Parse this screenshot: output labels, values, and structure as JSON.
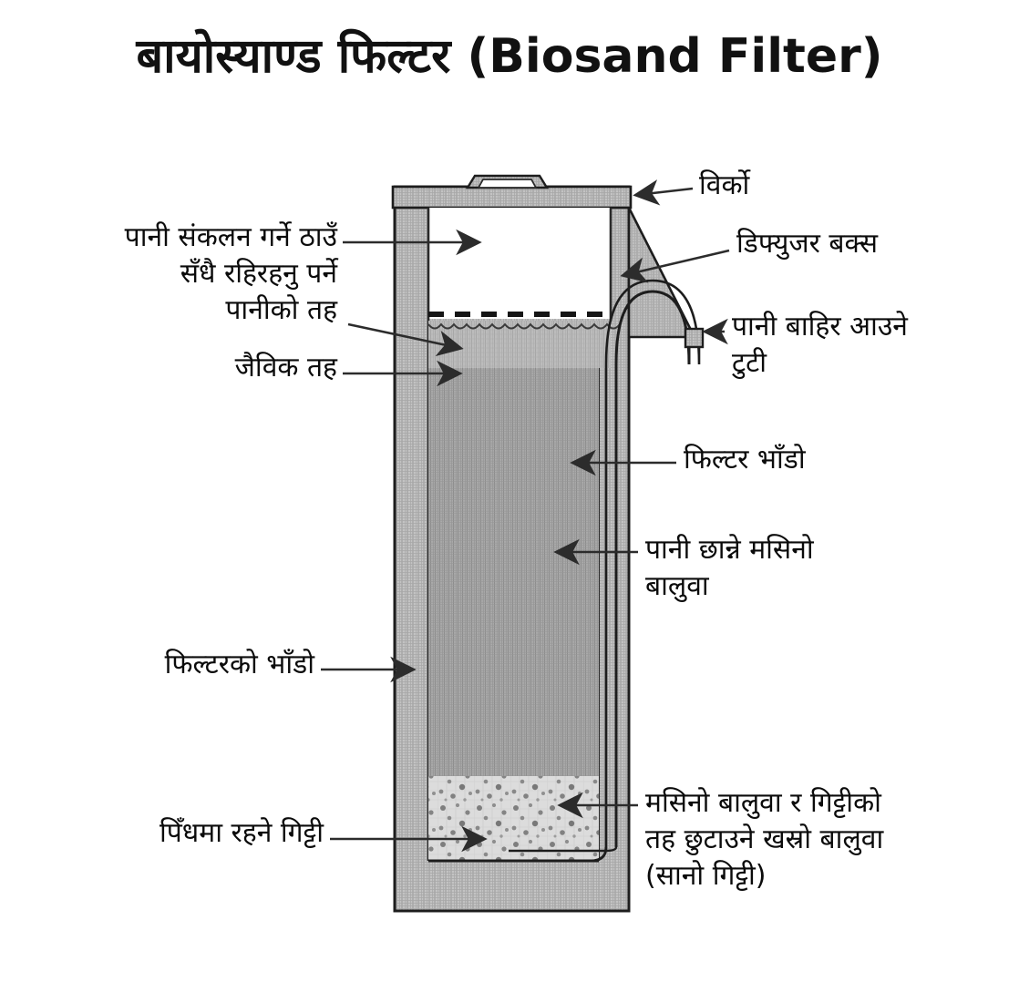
{
  "title": "बायोस्याण्ड फिल्टर (Biosand Filter)",
  "diagram": {
    "name": "biosand-filter-cross-section",
    "type": "labelled-cross-section-diagram"
  },
  "labels": {
    "water_collection": "पानी संकलन गर्ने ठाउँ",
    "standing_water_line1": "सँधै रहिरहनु पर्ने",
    "standing_water_line2": "पानीको तह",
    "biolayer": "जैविक तह",
    "filter_vessel_left": "फिल्टरको भाँडो",
    "bottom_gravel": "पिँधमा रहने गिट्टी",
    "lid": "विर्को",
    "diffuser_box": "डिफ्युजर बक्स",
    "outlet_tap_line1": "पानी बाहिर आउने",
    "outlet_tap_line2": "टुटी",
    "filter_vessel_right": "फिल्टर भाँडो",
    "fine_sand_line1": "पानी छान्ने मसिनो",
    "fine_sand_line2": "बालुवा",
    "coarse_sand_line1": "मसिनो बालुवा र गिट्टीको",
    "coarse_sand_line2": "तह छुटाउने खस्रो बालुवा",
    "coarse_sand_line3": "(सानो गिट्टी)"
  },
  "colors": {
    "ink": "#111111",
    "outline": "#1a1a1a",
    "wall_fill": "#b9b9b9",
    "sand_fill": "#a6a6a6",
    "biolayer_fill": "#bdbdbd",
    "gravel_fill": "#d8d8d8",
    "page_bg": "#ffffff"
  }
}
